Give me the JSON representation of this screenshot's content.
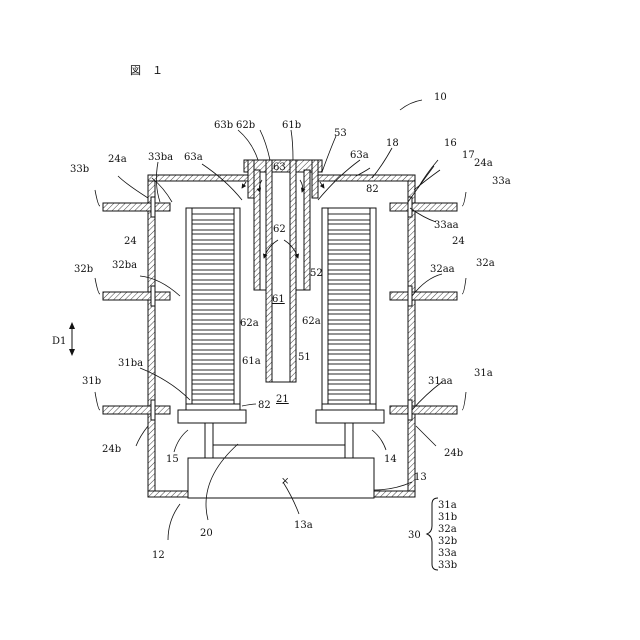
{
  "figure_title": "図　１",
  "labels": {
    "ref_10": "10",
    "ref_12": "12",
    "ref_13": "13",
    "ref_13a": "13a",
    "ref_14": "14",
    "ref_15": "15",
    "ref_16": "16",
    "ref_17": "17",
    "ref_18": "18",
    "ref_20": "20",
    "ref_21": "21",
    "ref_24_left": "24",
    "ref_24_right": "24",
    "ref_24a_left": "24a",
    "ref_24a_right": "24a",
    "ref_24b_left": "24b",
    "ref_24b_right": "24b",
    "ref_30": "30",
    "ref_31a": "31a",
    "ref_31aa": "31aa",
    "ref_31b": "31b",
    "ref_31ba": "31ba",
    "ref_32a": "32a",
    "ref_32aa": "32aa",
    "ref_32b": "32b",
    "ref_32ba": "32ba",
    "ref_33a": "33a",
    "ref_33aa": "33aa",
    "ref_33b": "33b",
    "ref_33ba": "33ba",
    "ref_51": "51",
    "ref_52": "52",
    "ref_53": "53",
    "ref_61": "61",
    "ref_61a": "61a",
    "ref_61b": "61b",
    "ref_62": "62",
    "ref_62_top": "63",
    "ref_62a_left": "62a",
    "ref_62a_right": "62a",
    "ref_62b": "62b",
    "ref_63a_left": "63a",
    "ref_63a_right": "63a",
    "ref_63b": "63b",
    "ref_82_top": "82",
    "ref_82_bottom": "82",
    "ref_d1": "D1"
  },
  "group_30_members": [
    "31a",
    "31b",
    "32a",
    "32b",
    "33a",
    "33b"
  ]
}
